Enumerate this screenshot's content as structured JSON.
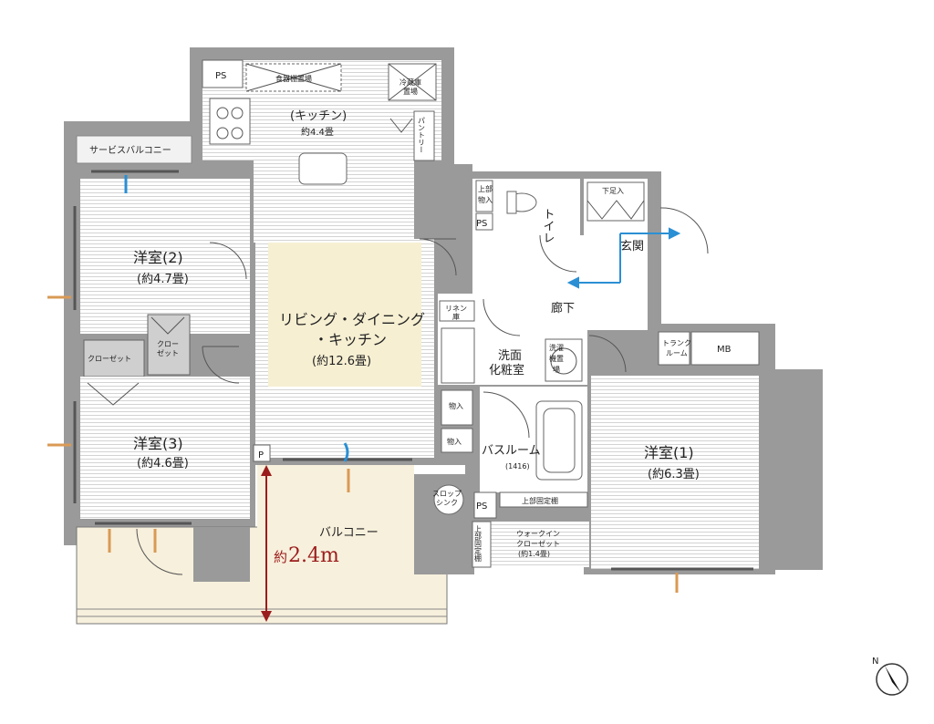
{
  "rooms": {
    "western_1": {
      "name": "洋室(1)",
      "size": "(約6.3畳)"
    },
    "western_2": {
      "name": "洋室(2)",
      "size": "(約4.7畳)"
    },
    "western_3": {
      "name": "洋室(3)",
      "size": "(約4.6畳)"
    },
    "ldk": {
      "name_line1": "リビング・ダイニング",
      "name_line2": "・キッチン",
      "size": "(約12.6畳)"
    },
    "kitchen": {
      "name": "(キッチン)",
      "size": "約4.4畳"
    },
    "toilet": {
      "name": "トイレ"
    },
    "entrance": {
      "name": "玄関"
    },
    "hallway": {
      "name": "廊下"
    },
    "washroom": {
      "name_line1": "洗面",
      "name_line2": "化粧室"
    },
    "bathroom": {
      "name": "バスルーム",
      "size": "(1416)"
    },
    "walkin": {
      "name_line1": "ウォークイン",
      "name_line2": "クローゼット",
      "size": "(約1.4畳)"
    },
    "balcony": {
      "name": "バルコニー"
    },
    "service_balcony": {
      "name": "サービスバルコニー"
    },
    "trunk_room": {
      "name_line1": "トランク",
      "name_line2": "ルーム"
    },
    "mb": {
      "name": "MB"
    }
  },
  "fixtures": {
    "ps_kitchen": "PS",
    "ps_toilet": "PS",
    "ps_bath": "PS",
    "p_balcony": "P",
    "dish_storage": "食器棚置場",
    "fridge_line1": "冷蔵庫",
    "fridge_line2": "置場",
    "pantry": "パントリー",
    "shoe_box": "下足入",
    "upper_storage_line1": "上部",
    "upper_storage_line2": "物入",
    "linen_line1": "リネン",
    "linen_line2": "庫",
    "washer_line1": "洗濯",
    "washer_line2": "機置",
    "washer_line3": "場",
    "storage_1": "物入",
    "storage_2": "物入",
    "closet_1": "クローゼット",
    "closet_2_line1": "クロー",
    "closet_2_line2": "ゼット",
    "upper_shelf": "上部固定棚",
    "upper_shelf_side": "上部固定棚",
    "slop_sink_line1": "スロップ",
    "slop_sink_line2": "シンク"
  },
  "dimension": {
    "prefix": "約",
    "value": "2.4m"
  },
  "compass": {
    "label": "N"
  },
  "colors": {
    "wall": "#9a9a9a",
    "tatami_highlight": "#f6efd2",
    "balcony": "#f7f0dc",
    "dimension": "#9b1c1c",
    "flow_arrow": "#2a8fd4",
    "airflow": "#d99a55"
  }
}
